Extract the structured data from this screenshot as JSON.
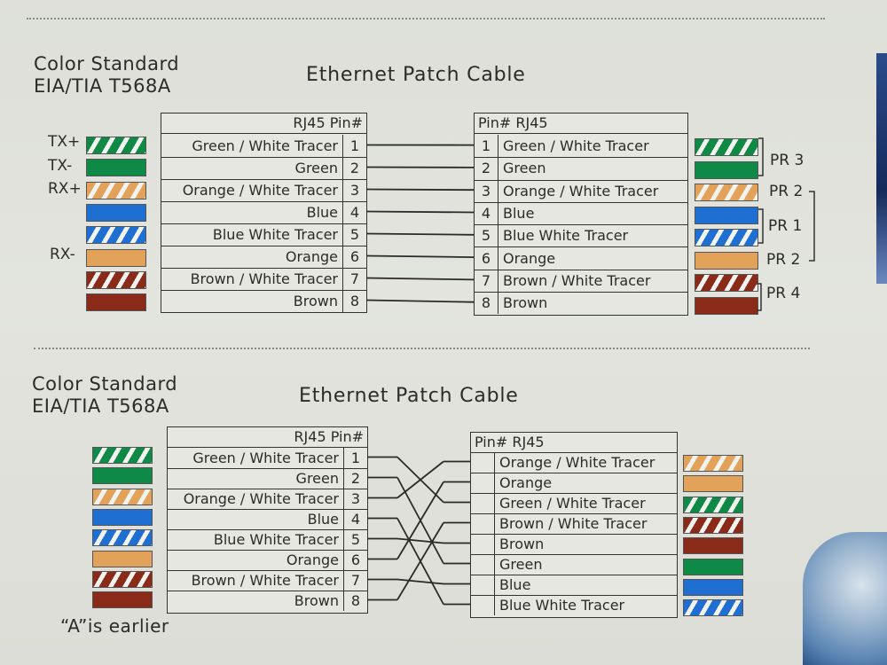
{
  "colors": {
    "green": "#0f8a46",
    "orange": "#e3a25a",
    "blue": "#1f6fd3",
    "brown": "#8a2a18",
    "white": "#f2f2ee"
  },
  "section1": {
    "standard_line1": "Color Standard",
    "standard_line2": "EIA/TIA T568A",
    "cable_title": "Ethernet Patch Cable",
    "left_header": "RJ45  Pin#",
    "right_header": "Pin#  RJ45",
    "left_rows": [
      {
        "pin": "1",
        "name": "Green / White Tracer"
      },
      {
        "pin": "2",
        "name": "Green"
      },
      {
        "pin": "3",
        "name": "Orange / White Tracer"
      },
      {
        "pin": "4",
        "name": "Blue"
      },
      {
        "pin": "5",
        "name": "Blue  White Tracer"
      },
      {
        "pin": "6",
        "name": "Orange"
      },
      {
        "pin": "7",
        "name": "Brown / White Tracer"
      },
      {
        "pin": "8",
        "name": "Brown"
      }
    ],
    "right_rows": [
      {
        "pin": "1",
        "name": "Green / White Tracer"
      },
      {
        "pin": "2",
        "name": "Green"
      },
      {
        "pin": "3",
        "name": "Orange / White Tracer"
      },
      {
        "pin": "4",
        "name": "Blue"
      },
      {
        "pin": "5",
        "name": "Blue  White Tracer"
      },
      {
        "pin": "6",
        "name": "Orange"
      },
      {
        "pin": "7",
        "name": "Brown / White Tracer"
      },
      {
        "pin": "8",
        "name": "Brown"
      }
    ],
    "signal_labels": {
      "tx_plus": "TX+",
      "tx_minus": "TX-",
      "rx_plus": "RX+",
      "rx_minus": "RX-"
    },
    "pair_labels": {
      "pr3": "PR 3",
      "pr2_top": "PR 2",
      "pr1": "PR 1",
      "pr2_bottom": "PR 2",
      "pr4": "PR 4"
    }
  },
  "section2": {
    "standard_line1": "Color Standard",
    "standard_line2": "EIA/TIA T568A",
    "cable_title": "Ethernet Patch Cable",
    "left_header": "RJ45  Pin#",
    "right_header": "Pin#  RJ45",
    "left_rows": [
      {
        "pin": "1",
        "name": "Green / White Tracer"
      },
      {
        "pin": "2",
        "name": "Green"
      },
      {
        "pin": "3",
        "name": "Orange / White Tracer"
      },
      {
        "pin": "4",
        "name": "Blue"
      },
      {
        "pin": "5",
        "name": "Blue  White Tracer"
      },
      {
        "pin": "6",
        "name": "Orange"
      },
      {
        "pin": "7",
        "name": "Brown / White Tracer"
      },
      {
        "pin": "8",
        "name": "Brown"
      }
    ],
    "right_rows": [
      {
        "pin": "",
        "name": "Orange / White Tracer"
      },
      {
        "pin": "",
        "name": "Orange"
      },
      {
        "pin": "",
        "name": "Green / White Tracer"
      },
      {
        "pin": "",
        "name": "Brown / White Tracer"
      },
      {
        "pin": "",
        "name": "Brown"
      },
      {
        "pin": "",
        "name": "Green"
      },
      {
        "pin": "",
        "name": "Blue"
      },
      {
        "pin": "",
        "name": "Blue  White Tracer"
      }
    ],
    "footnote": "“A”is earlier"
  },
  "wire_swatches": {
    "s1_left": [
      "green-stripe",
      "green",
      "orange-stripe",
      "blue",
      "blue-stripe",
      "orange",
      "brown-stripe",
      "brown"
    ],
    "s1_right": [
      "green-stripe",
      "green",
      "orange-stripe",
      "blue",
      "blue-stripe",
      "orange",
      "brown-stripe",
      "brown"
    ],
    "s2_left": [
      "green-stripe",
      "green",
      "orange-stripe",
      "blue",
      "blue-stripe",
      "orange",
      "brown-stripe",
      "brown"
    ],
    "s2_right": [
      "orange-stripe",
      "orange",
      "green-stripe",
      "brown-stripe",
      "brown",
      "green",
      "blue",
      "blue-stripe"
    ]
  },
  "crossover_map": [
    3,
    6,
    1,
    8,
    5,
    2,
    7,
    4
  ]
}
